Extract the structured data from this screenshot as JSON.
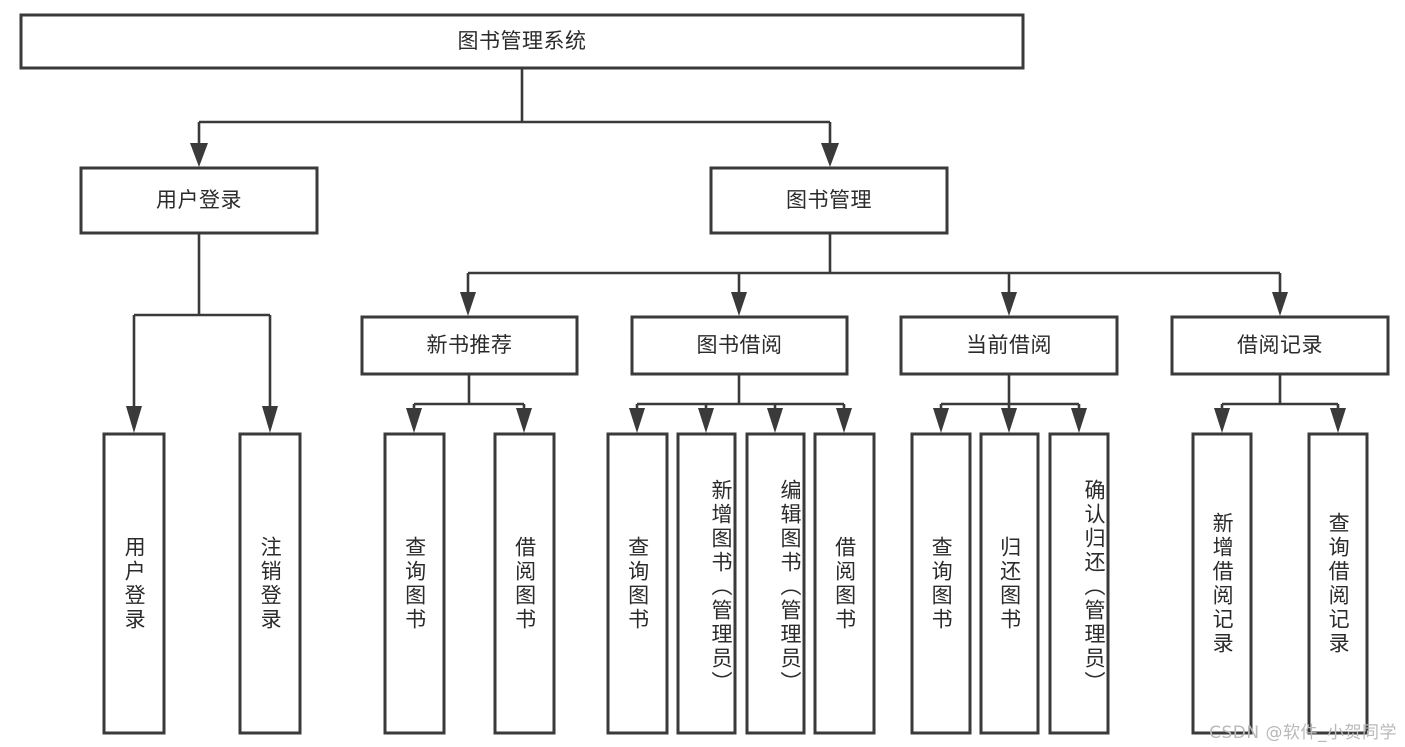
{
  "diagram": {
    "title": "图书管理系统",
    "type": "hierarchy-tree",
    "watermark": "CSDN @软件_小贺同学",
    "levels": {
      "root": {
        "label": "图书管理系统"
      },
      "level2": [
        {
          "label": "用户登录"
        },
        {
          "label": "图书管理"
        }
      ],
      "level3": [
        {
          "label": "新书推荐"
        },
        {
          "label": "图书借阅"
        },
        {
          "label": "当前借阅"
        },
        {
          "label": "借阅记录"
        }
      ],
      "leaves": {
        "user_login": [
          {
            "label": "用户登录"
          },
          {
            "label": "注销登录"
          }
        ],
        "new_book_recommend": [
          {
            "label": "查询图书"
          },
          {
            "label": "借阅图书"
          }
        ],
        "book_borrow": [
          {
            "label": "查询图书"
          },
          {
            "label": "新增图书（管理员）"
          },
          {
            "label": "编辑图书（管理员）"
          },
          {
            "label": "借阅图书"
          }
        ],
        "current_borrow": [
          {
            "label": "查询图书"
          },
          {
            "label": "归还图书"
          },
          {
            "label": "确认归还（管理员）"
          }
        ],
        "borrow_record": [
          {
            "label": "新增借阅记录"
          },
          {
            "label": "查询借阅记录"
          }
        ]
      }
    },
    "colors": {
      "box_fill": "#ffffff",
      "box_stroke": "#3a3a3a",
      "connector": "#3a3a3a",
      "text": "#2b2b2b",
      "watermark": "#b9b9b9",
      "background": "#ffffff"
    }
  }
}
